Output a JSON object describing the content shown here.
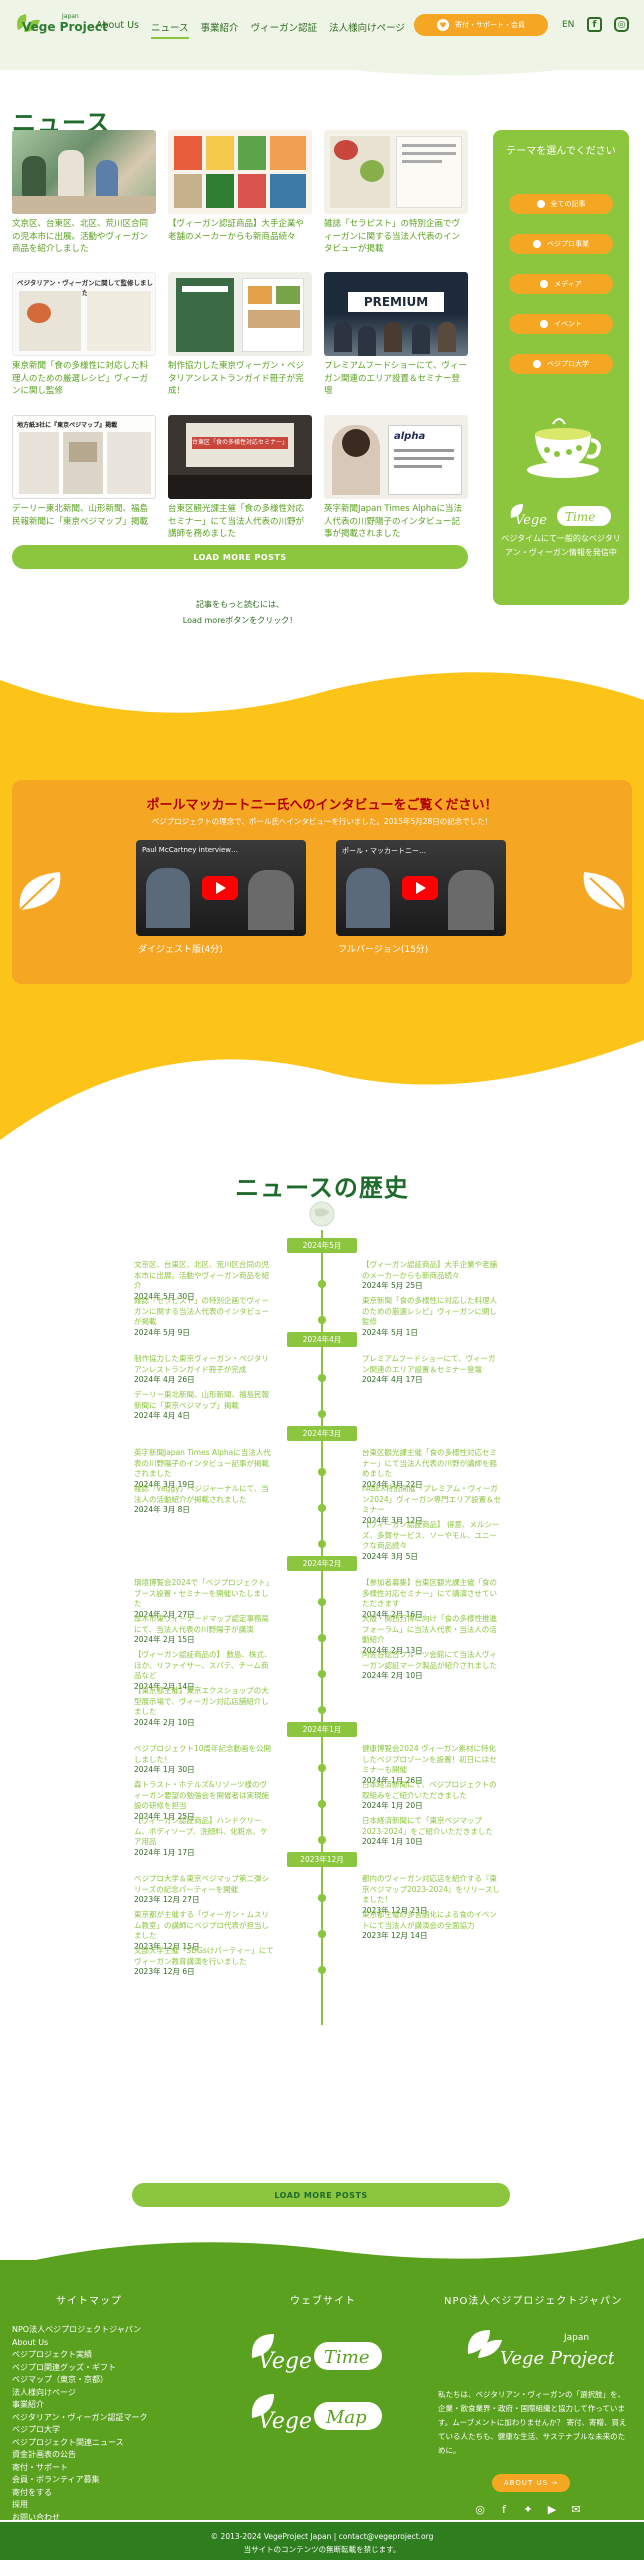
{
  "header": {
    "logo_small": "Japan",
    "logo_text": "Vege Project",
    "nav": [
      "About Us",
      "ニュース",
      "事業紹介",
      "ヴィーガン認証",
      "法人様向けページ"
    ],
    "support": "寄付・サポート・会員",
    "lang": "EN"
  },
  "news": {
    "title": "ニュース",
    "cards": [
      "文京区、台東区、北区、荒川区合同の児本市に出展。活動やヴィーガン商品を紹介しました",
      "【ヴィーガン認証商品】大手企業や老舗のメーカーからも新商品続々",
      "雑誌「セラピスト」の特別企画でヴィーガンに関する当法人代表のインタビューが掲載",
      "東京新聞「食の多様性に対応した料理人のための厳選レシピ」ヴィーガンに関し監修",
      "制作協力した東京ヴィーガン・ベジタリアンレストランガイド冊子が完成！",
      "プレミアムフードショーにて、ヴィーガン関連のエリア設置＆セミナー登壇",
      "デーリー東北新聞、山形新聞、福島民報新聞に「東京ベジマップ」掲載",
      "台東区観光課主催「食の多様性対応セミナー」にて当法人代表の川野が講師を務めました",
      "英字新聞Japan Times Alphaに当法人代表の川野陽子のインタビュー記事が掲載されました"
    ],
    "thumb_labels": {
      "t4": "ベジタリアン・ヴィーガンに関して監修しました",
      "t6": "PREMIUM",
      "t7": "地方紙3社に『東京ベジマップ』掲載",
      "t8": "台東区「食の多様性対応セミナー」",
      "t9": "alpha"
    },
    "load_more": "LOAD MORE POSTS",
    "more_note_1": "記事をもっと読むには、",
    "more_note_2": "Load moreボタンをクリック！"
  },
  "sidebar": {
    "title": "テーマを選んでください",
    "categories": [
      "全ての記事",
      "ベジプロ事業",
      "メディア",
      "イベント",
      "ベジプロ大学"
    ],
    "vt_logo": "Vege Time",
    "desc": "ベジタイムにて一般的なベジタリアン・ヴィーガン情報を発信中"
  },
  "interview": {
    "title": "ポールマッカートニー氏へのインタビューをご覧ください！",
    "subtitle": "ベジプロジェクトの理念で、ポール氏へインタビューを行いました。2015年5月28日の記念でした！",
    "videos": [
      {
        "title": "Paul McCartney interview…",
        "caption": "ダイジェスト版(4分)"
      },
      {
        "title": "ポール・マッカートニー…",
        "caption": "フルバージョン(15分)"
      }
    ]
  },
  "history": {
    "title": "ニュースの歴史",
    "months": [
      "2024年5月",
      "2024年4月",
      "2024年3月",
      "2024年2月",
      "2024年1月",
      "2023年12月"
    ],
    "items": [
      {
        "side": "left",
        "text": "文京区、台東区、北区、荒川区合同の児本市に出展。活動やヴィーガン商品を紹介",
        "date": "2024年 5月 30日"
      },
      {
        "side": "right",
        "text": "【ヴィーガン認証商品】大手企業や老舗のメーカーからも新商品続々",
        "date": "2024年 5月 25日"
      },
      {
        "side": "left",
        "text": "雑誌「セラピスト」の特別企画でヴィーガンに関する当法人代表のインタビューが掲載",
        "date": "2024年 5月 9日"
      },
      {
        "side": "right",
        "text": "東京新聞「食の多様性に対応した料理人のための厳選レシピ」ヴィーガンに関し監修",
        "date": "2024年 5月 1日"
      },
      {
        "side": "left",
        "text": "制作協力した東京ヴィーガン・ベジタリアンレストランガイド冊子が完成",
        "date": "2024年 4月 26日"
      },
      {
        "side": "right",
        "text": "プレミアムフードショーにて、ヴィーガン関連のエリア設置＆セミナー登壇",
        "date": "2024年 4月 17日"
      },
      {
        "side": "left",
        "text": "デーリー東北新聞、山形新聞、福島民報新聞に「東京ベジマップ」掲載",
        "date": "2024年 4月 4日"
      },
      {
        "side": "left",
        "text": "英字新聞Japan Times Alphaに当法人代表の川野陽子のインタビュー記事が掲載されました",
        "date": "2024年 3月 19日"
      },
      {
        "side": "right",
        "text": "台東区観光課主催「食の多様性対応セミナー」にて当法人代表の川野が講師を務めました",
        "date": "2024年 3月 22日"
      },
      {
        "side": "left",
        "text": "雑誌「veggy」ベジジャーナルにて、当法人の活動紹介が掲載されました",
        "date": "2024年 3月 8日"
      },
      {
        "side": "right",
        "text": "FABEX特別開催「プレミアム・ヴィーガン2024」ヴィーガン専門エリア設置＆セミナー",
        "date": "2024年 3月 12日"
      },
      {
        "side": "right",
        "text": "【ヴィーガン認証商品】 得意、メルシーズ、多賀サービス、ソーやモル、ユニークな商品続々",
        "date": "2024年 3月 5日"
      },
      {
        "side": "left",
        "text": "環境博覧会2024で「ベジプロジェクト」ブース設置・セミナーを開催いたしました",
        "date": "2024年 2月 27日"
      },
      {
        "side": "right",
        "text": "【参加者募集】台東区観光課主催「食の多様性対応セミナー」にて講演させていただきます",
        "date": "2024年 2月 16日"
      },
      {
        "side": "left",
        "text": "厚木市東ヴィーナードマップ認定事務局にて、当法人代表の川野陽子が講演",
        "date": "2024年 2月 15日"
      },
      {
        "side": "left",
        "text": "【ヴィーガン認証商品の】 敷島、株式、ほか、リファイサー、スパテ、チーム商品など",
        "date": "2024年 2月 14日"
      },
      {
        "side": "right",
        "text": "大阪・関西万博に向け「食の多様性推進フォーラム」に当法人代表・当法人の活動紹介",
        "date": "2024年 2月 13日"
      },
      {
        "side": "left",
        "text": "【東京都主催】東京エクスショップの大型展示場で、ヴィーガン対応店舗紹介しました",
        "date": "2024年 2月 10日"
      },
      {
        "side": "right",
        "text": "阿佐谷総合フルーツ会館にて当法人ヴィーガン認証マーク製品が紹介されました",
        "date": "2024年 2月 10日"
      },
      {
        "side": "left",
        "text": "ベジプロジェクト10周年記念動画を公開しました！",
        "date": "2024年 1月 30日"
      },
      {
        "side": "right",
        "text": "健康博覧会2024 ヴィーガン素材に特化したベジプロゾーンを設置！初日にはセミナーも開催",
        "date": "2024年 1月 26日"
      },
      {
        "side": "left",
        "text": "森トラスト・ホテルズ&リゾーツ様のヴィーガン要望の勉強会を開催者は実現施設の研修を担当",
        "date": "2024年 1月 25日"
      },
      {
        "side": "right",
        "text": "日本経済新聞にて、ベジプロジェクトの取組みをご紹介いただきました",
        "date": "2024年 1月 20日"
      },
      {
        "side": "left",
        "text": "【ヴィーガン認証商品】ハンドクリーム、ボディソープ、洗顔料、化粧水、ケア用品",
        "date": "2024年 1月 17日"
      },
      {
        "side": "right",
        "text": "日本経済新聞にて「東京ベジマップ2023-2024」をご紹介いただきました",
        "date": "2024年 1月 10日"
      },
      {
        "side": "left",
        "text": "ベジプロ大学＆東京ベジマップ第二弾シリーズの記念パーティーを開催",
        "date": "2023年 12月 27日"
      },
      {
        "side": "right",
        "text": "都内のヴィーガン対応店を紹介する『東京ベジマップ2023-2024』をリリースしました！",
        "date": "2023年 12月 23日"
      },
      {
        "side": "left",
        "text": "東京都が主催する「ヴィーガン・ムスリム教室」の講師にベジプロ代表が担当しました",
        "date": "2023年 12月 15日"
      },
      {
        "side": "right",
        "text": "東京都主催の多言語化による食のイベントにて当法人が講演会の全面協力",
        "date": "2023年 12月 14日"
      },
      {
        "side": "left",
        "text": "文部大学主催「SDGsけパーティー」にてヴィーガン教育講演を行いました",
        "date": "2023年 12月 6日"
      }
    ],
    "load_more": "LOAD MORE POSTS"
  },
  "footer": {
    "sitemap_title": "サイトマップ",
    "website_title": "ウェブサイト",
    "npo_title": "NPO法人ベジプロジェクトジャパン",
    "sitemap": [
      "NPO法人ベジプロジェクトジャパン",
      "About Us",
      "ベジプロジェクト実績",
      "ベジプロ関連グッズ・ギフト",
      "ベジマップ（東京・京都）",
      "法人様向けページ",
      "事業紹介",
      "ベジタリアン・ヴィーガン認証マーク",
      "ベジプロ大学",
      "ベジプロジェクト関連ニュース",
      "資金計画表の公告",
      "寄付・サポート",
      "会員・ボランティア募集",
      "寄付をする",
      "採用",
      "お問い合わせ"
    ],
    "site_logo_1": "Vege Time",
    "site_logo_2": "Vege Map",
    "npo_logo_small": "Japan",
    "npo_logo": "Vege Project",
    "desc": "私たちは、ベジタリアン・ヴィーガンの「選択肢」を、企業・飲食業界・政府・国際組織と協力して作っています。ムーブメントに加わりませんか？ 寄付、寄贈、買えている人たちも、健康な生活、サステナブルな未来のために。",
    "about_btn": "ABOUT US",
    "copyright": "© 2013-2024 VegeProject Japan | contact@vegeproject.org",
    "copyright_2": "当サイトのコンテンツの無断転載を禁じます。"
  },
  "colors": {
    "green_dark": "#1f6b2c",
    "green": "#8cc63f",
    "green_footer": "#5aa11f",
    "orange": "#f5a623",
    "yellow": "#fcc419",
    "red": "#b00000"
  }
}
